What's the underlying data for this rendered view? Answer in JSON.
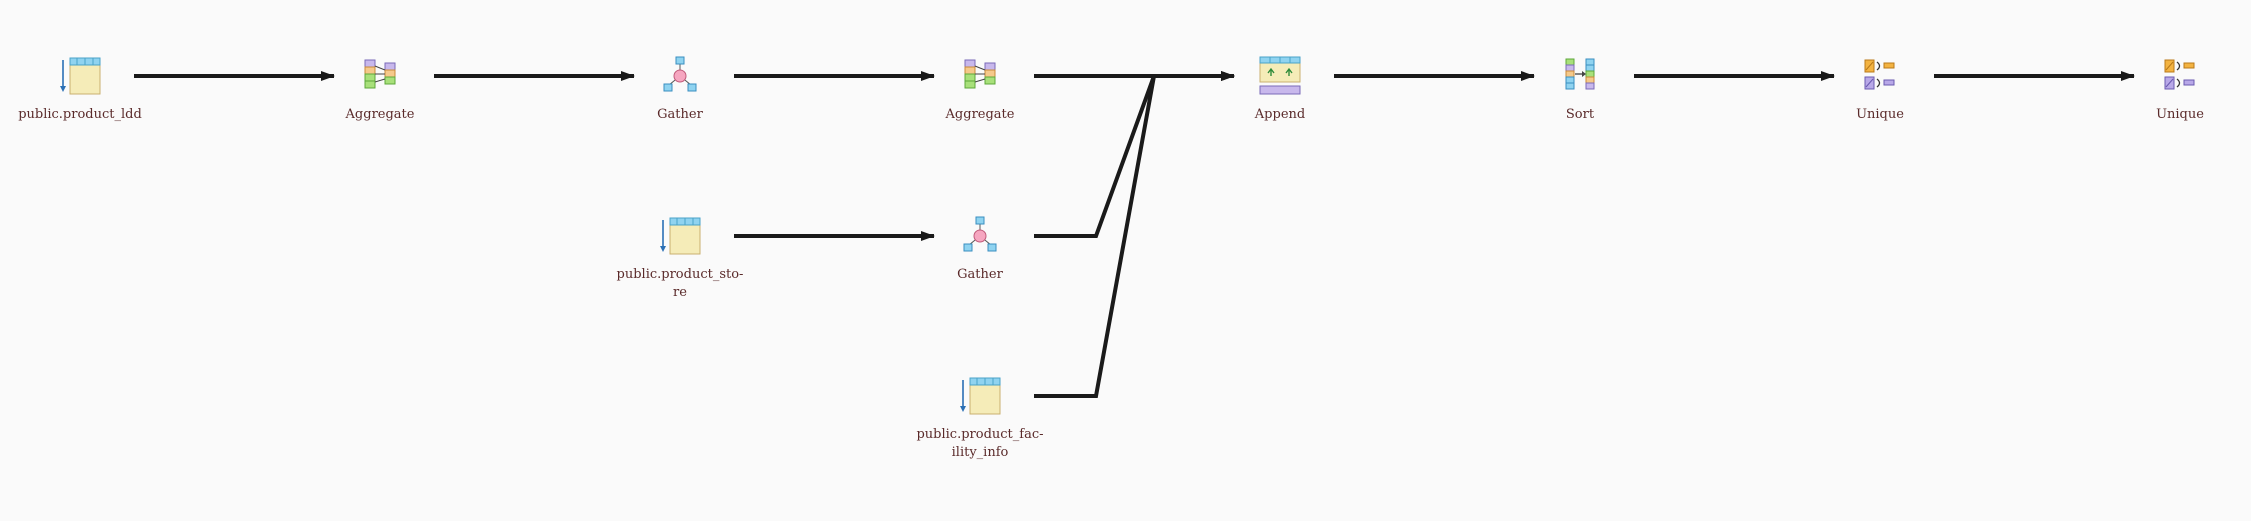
{
  "diagram": {
    "title": "",
    "nodes": [
      {
        "id": "n1",
        "type": "scan",
        "label": "public.product_ldd"
      },
      {
        "id": "n2",
        "type": "aggregate",
        "label": "Aggregate"
      },
      {
        "id": "n3",
        "type": "gather",
        "label": "Gather"
      },
      {
        "id": "n4",
        "type": "aggregate",
        "label": "Aggregate"
      },
      {
        "id": "n5",
        "type": "append",
        "label": "Append"
      },
      {
        "id": "n6",
        "type": "sort",
        "label": "Sort"
      },
      {
        "id": "n7",
        "type": "unique",
        "label": "Unique"
      },
      {
        "id": "n8",
        "type": "unique",
        "label": "Unique"
      },
      {
        "id": "n9",
        "type": "scan",
        "label": "public.product_sto-\nre"
      },
      {
        "id": "n10",
        "type": "gather",
        "label": "Gather"
      },
      {
        "id": "n11",
        "type": "scan",
        "label": "public.product_fac-\nility_info"
      }
    ],
    "edges": [
      {
        "from": "n1",
        "to": "n2"
      },
      {
        "from": "n2",
        "to": "n3"
      },
      {
        "from": "n3",
        "to": "n4"
      },
      {
        "from": "n4",
        "to": "n5"
      },
      {
        "from": "n5",
        "to": "n6"
      },
      {
        "from": "n6",
        "to": "n7"
      },
      {
        "from": "n7",
        "to": "n8"
      },
      {
        "from": "n9",
        "to": "n10"
      },
      {
        "from": "n10",
        "to": "n5"
      },
      {
        "from": "n11",
        "to": "n5"
      }
    ],
    "colors": {
      "edge": "#1a1a1a",
      "label": "#5a2a2a",
      "table_fill": "#f5ecb8",
      "table_header": "#8fd3f0",
      "scan_arrow": "#2a6fb5",
      "gather_node": "#f6a6c0",
      "aggregate_purple": "#c8b8ec",
      "aggregate_orange": "#f5c98a",
      "aggregate_green": "#a8e07a",
      "unique_orange": "#f3b341",
      "unique_purple": "#b8a8e8"
    }
  }
}
